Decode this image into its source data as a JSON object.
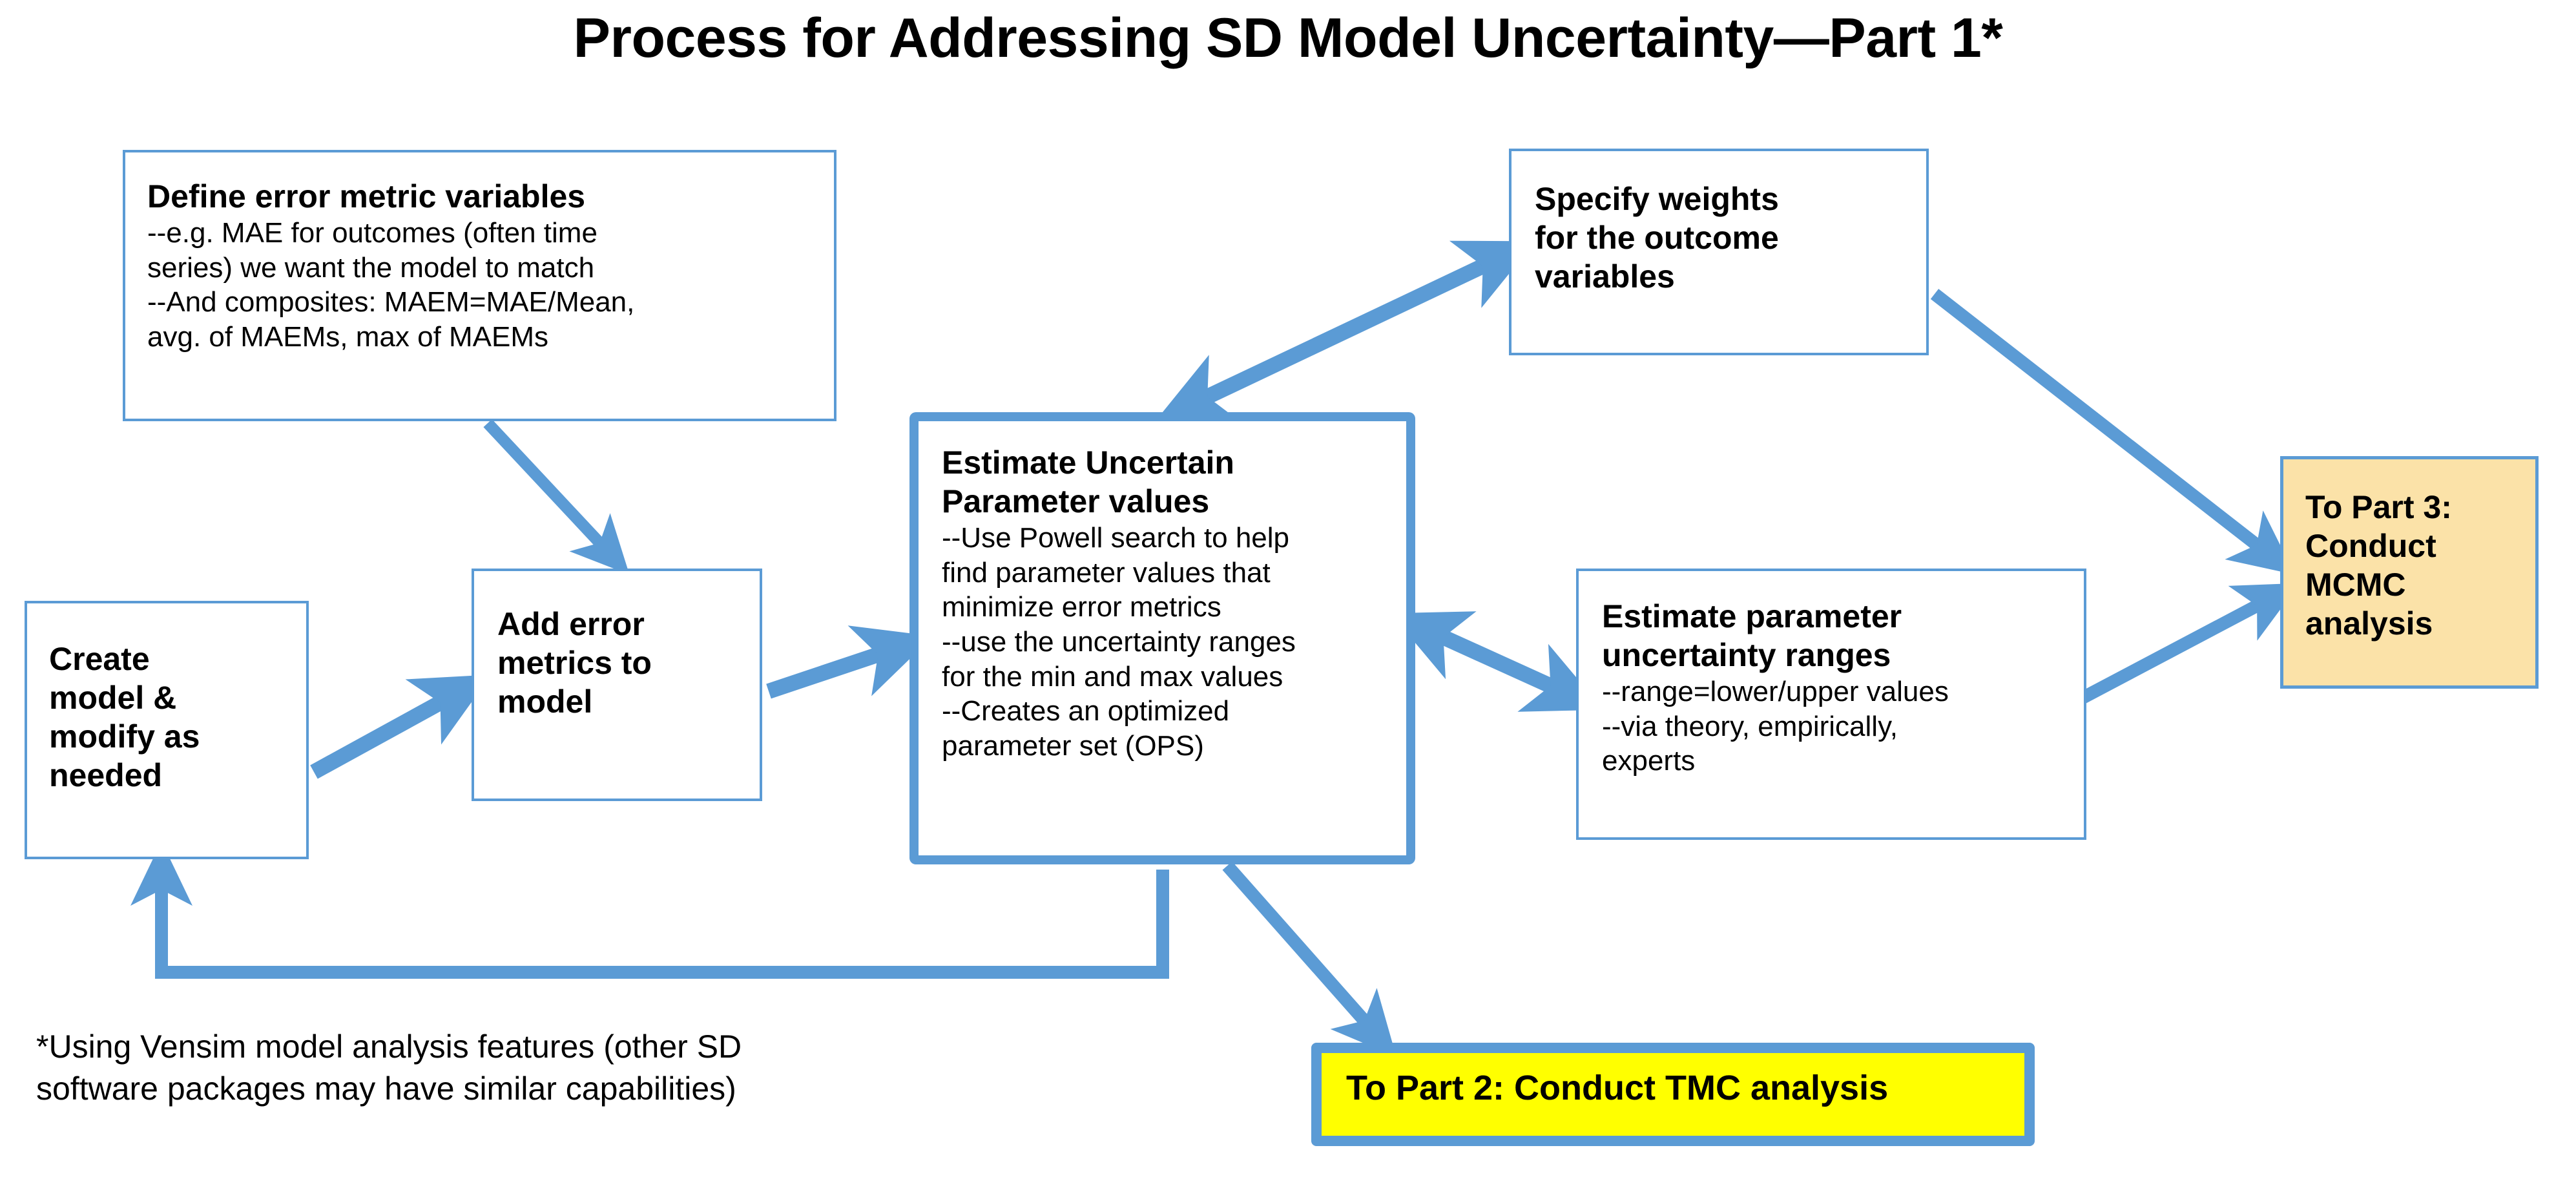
{
  "title": "Process for Addressing SD Model Uncertainty—Part 1*",
  "colors": {
    "arrow_blue": "#5B9BD5",
    "box_border_blue": "#5B9BD5",
    "part3_fill": "#FBE2A8",
    "part2_fill": "#FFFF00",
    "text_black": "#000000",
    "background": "#FFFFFF"
  },
  "nodes": {
    "define_error_metrics": {
      "heading": "Define error metric variables",
      "lines": [
        "--e.g. MAE for outcomes (often time",
        "series) we want the model to match",
        "--And composites: MAEM=MAE/Mean,",
        "avg. of MAEMs, max of MAEMs"
      ]
    },
    "create_model": {
      "heading_lines": [
        "Create",
        "model &",
        "modify as",
        "needed"
      ]
    },
    "add_error_metrics": {
      "heading_lines": [
        "Add error",
        "metrics to",
        "model"
      ]
    },
    "estimate_uncertain_parameters": {
      "heading_lines": [
        "Estimate Uncertain",
        "Parameter values"
      ],
      "lines": [
        "--Use Powell search to help",
        "find parameter values that",
        "minimize error metrics",
        "--use the uncertainty ranges",
        "for the min and max values",
        "--Creates an optimized",
        "parameter set (OPS)"
      ]
    },
    "specify_weights": {
      "heading_lines": [
        "Specify weights",
        "for the outcome",
        "variables"
      ]
    },
    "estimate_parameter_ranges": {
      "heading_lines": [
        "Estimate parameter",
        "uncertainty ranges"
      ],
      "lines": [
        "--range=lower/upper values",
        "--via theory, empirically,",
        "experts"
      ]
    },
    "to_part_3": {
      "heading_lines": [
        "To Part 3:",
        "Conduct",
        "MCMC",
        "analysis"
      ]
    },
    "to_part_2": {
      "heading": "To Part 2: Conduct TMC analysis"
    }
  },
  "footnote": {
    "lines": [
      "*Using Vensim model analysis features (other SD",
      "software packages may have similar capabilities)"
    ]
  },
  "connections": [
    {
      "name": "define-to-add-error",
      "from": "define_error_metrics",
      "to": "add_error_metrics",
      "heads": "single"
    },
    {
      "name": "create-to-add-error",
      "from": "create_model",
      "to": "add_error_metrics",
      "heads": "single"
    },
    {
      "name": "add-error-to-center",
      "from": "add_error_metrics",
      "to": "estimate_uncertain_parameters",
      "heads": "single"
    },
    {
      "name": "center-to-weights",
      "from": "estimate_uncertain_parameters",
      "to": "specify_weights",
      "heads": "double"
    },
    {
      "name": "center-to-ranges",
      "from": "estimate_uncertain_parameters",
      "to": "estimate_parameter_ranges",
      "heads": "double"
    },
    {
      "name": "weights-to-part3",
      "from": "specify_weights",
      "to": "to_part_3",
      "heads": "single"
    },
    {
      "name": "ranges-to-part3",
      "from": "estimate_parameter_ranges",
      "to": "to_part_3",
      "heads": "single"
    },
    {
      "name": "center-to-part2",
      "from": "estimate_uncertain_parameters",
      "to": "to_part_2",
      "heads": "single"
    },
    {
      "name": "center-feedback-to-create",
      "from": "estimate_uncertain_parameters",
      "to": "create_model",
      "heads": "single"
    }
  ]
}
